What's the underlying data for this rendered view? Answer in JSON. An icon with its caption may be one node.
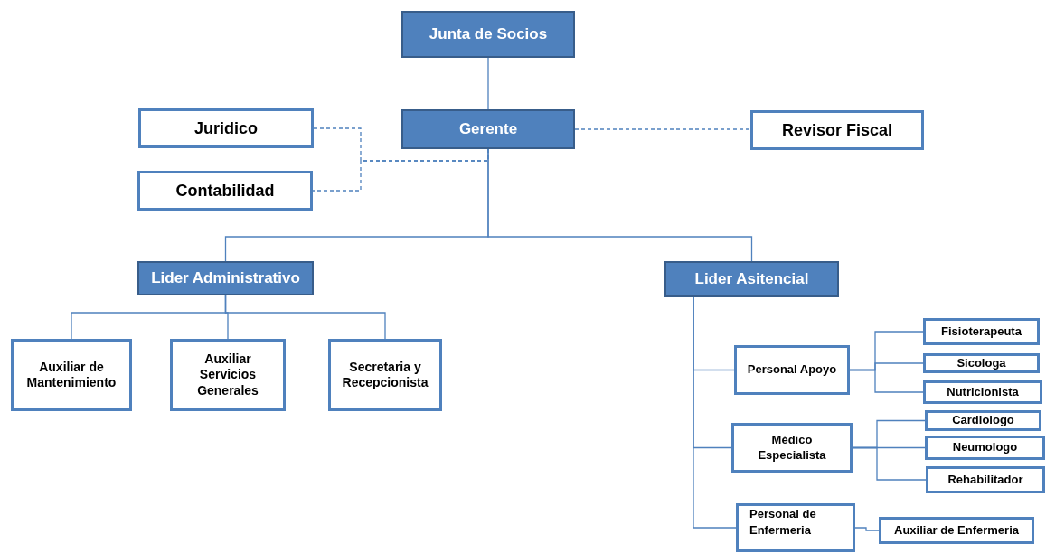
{
  "diagram": {
    "nodes": [
      {
        "text": [
          "Junta de Socios"
        ]
      },
      {
        "text": [
          "Gerente"
        ]
      },
      {
        "text": [
          "Juridico"
        ]
      },
      {
        "text": [
          "Contabilidad"
        ]
      },
      {
        "text": [
          "Revisor Fiscal"
        ]
      },
      {
        "text": [
          "Lider Administrativo"
        ]
      },
      {
        "text": [
          "Lider Asitencial"
        ]
      },
      {
        "text": [
          "Auxiliar de Mantenimiento"
        ]
      },
      {
        "text": [
          "Auxiliar Servicios Generales"
        ]
      },
      {
        "text": [
          "Secretaria y Recepcionista"
        ]
      },
      {
        "text": [
          "Personal Apoyo"
        ]
      },
      {
        "text": [
          "Fisioterapeuta"
        ]
      },
      {
        "text": [
          "Sicologa"
        ]
      },
      {
        "text": [
          "Nutricionista"
        ]
      },
      {
        "text": [
          "Médico Especialista"
        ]
      },
      {
        "text": [
          "Cardiologo"
        ]
      },
      {
        "text": [
          "Neumologo"
        ]
      },
      {
        "text": [
          "Rehabilitador"
        ]
      },
      {
        "text": [
          "Personal de Enfermeria"
        ]
      },
      {
        "text": [
          "Auxiliar de Enfermeria"
        ]
      }
    ],
    "edges": [
      {
        "from": 0,
        "to": 1,
        "arrow": "none"
      },
      {
        "from": 1,
        "to": 2,
        "arrow": "none",
        "style": "dashed"
      },
      {
        "from": 1,
        "to": 3,
        "arrow": "none",
        "style": "dashed"
      },
      {
        "from": 1,
        "to": 4,
        "arrow": "none",
        "style": "dashed"
      },
      {
        "from": 1,
        "to": 5,
        "arrow": "none"
      },
      {
        "from": 1,
        "to": 6,
        "arrow": "none"
      },
      {
        "from": 5,
        "to": 7,
        "arrow": "none"
      },
      {
        "from": 5,
        "to": 8,
        "arrow": "none"
      },
      {
        "from": 5,
        "to": 9,
        "arrow": "none"
      },
      {
        "from": 6,
        "to": 10,
        "arrow": "none"
      },
      {
        "from": 6,
        "to": 14,
        "arrow": "none"
      },
      {
        "from": 6,
        "to": 18,
        "arrow": "none"
      },
      {
        "from": 10,
        "to": 11,
        "arrow": "none"
      },
      {
        "from": 10,
        "to": 12,
        "arrow": "none"
      },
      {
        "from": 10,
        "to": 13,
        "arrow": "none"
      },
      {
        "from": 14,
        "to": 15,
        "arrow": "none"
      },
      {
        "from": 14,
        "to": 16,
        "arrow": "none"
      },
      {
        "from": 14,
        "to": 17,
        "arrow": "none"
      },
      {
        "from": 18,
        "to": 19,
        "arrow": "none"
      }
    ]
  }
}
